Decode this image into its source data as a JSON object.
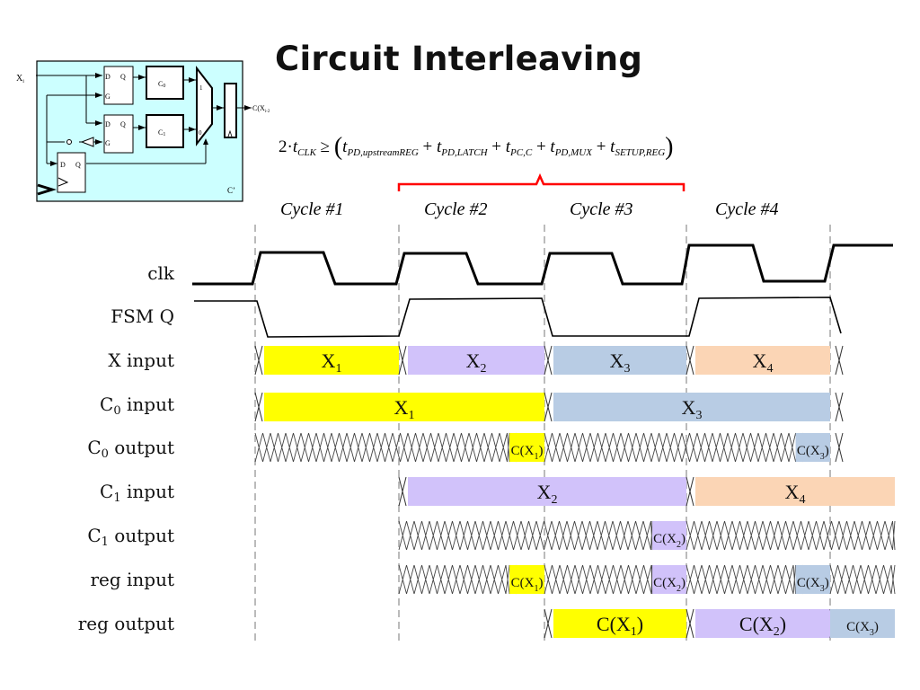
{
  "slide": {
    "title": "Circuit Interleaving"
  },
  "formula": {
    "lhs_coeff": "2",
    "lhs_dot": "·",
    "lhs_var": "t",
    "lhs_sub": "CLK",
    "relation": "≥",
    "terms": [
      {
        "var": "t",
        "sub": "PD,upstreamREG"
      },
      {
        "var": "t",
        "sub": "PD,LATCH"
      },
      {
        "var": "t",
        "sub": "PC,C"
      },
      {
        "var": "t",
        "sub": "PD,MUX"
      },
      {
        "var": "t",
        "sub": "SETUP,REG"
      }
    ],
    "brace_color": "#ff0000",
    "brace_spans_cycles": [
      "Cycle #2",
      "Cycle #3"
    ]
  },
  "circuit": {
    "background": "#ccffff",
    "input_label": "X",
    "input_sub": "i",
    "output_label": "C(X",
    "output_sub": "i-2",
    "output_close": ")",
    "latch_labels": {
      "d": "D",
      "q": "Q",
      "g": "G"
    },
    "block_c0": "C",
    "block_c0_sub": "0",
    "block_c1": "C",
    "block_c1_sub": "1",
    "mux_in1": "1",
    "mux_in0": "0",
    "ff_labels": {
      "d": "D",
      "q": "Q"
    },
    "module_name": "C’"
  },
  "cycles": [
    "Cycle #1",
    "Cycle #2",
    "Cycle #3",
    "Cycle #4"
  ],
  "signals": [
    {
      "id": "clk",
      "label": "clk",
      "sub": "",
      "suffix": ""
    },
    {
      "id": "fsmq",
      "label": "FSM Q",
      "sub": "",
      "suffix": ""
    },
    {
      "id": "xin",
      "label": "X input",
      "sub": "",
      "suffix": ""
    },
    {
      "id": "c0in",
      "label": "C",
      "sub": "0",
      "suffix": " input"
    },
    {
      "id": "c0out",
      "label": "C",
      "sub": "0",
      "suffix": " output"
    },
    {
      "id": "c1in",
      "label": "C",
      "sub": "1",
      "suffix": " input"
    },
    {
      "id": "c1out",
      "label": "C",
      "sub": "1",
      "suffix": " output"
    },
    {
      "id": "regin",
      "label": "reg input",
      "sub": "",
      "suffix": ""
    },
    {
      "id": "regout",
      "label": "reg output",
      "sub": "",
      "suffix": ""
    }
  ],
  "colors": {
    "x1": "#ffff00",
    "x2": "#d1c2fa",
    "x3": "#b8cce4",
    "x4": "#fbd5b5",
    "grid": "#bbbbbb",
    "wave": "#000000"
  },
  "waveforms": {
    "xin": [
      {
        "text": "X",
        "sub": "1",
        "color": "x1",
        "start": 0.0,
        "end": 1.0
      },
      {
        "text": "X",
        "sub": "2",
        "color": "x2",
        "start": 1.0,
        "end": 2.0
      },
      {
        "text": "X",
        "sub": "3",
        "color": "x3",
        "start": 2.0,
        "end": 3.0
      },
      {
        "text": "X",
        "sub": "4",
        "color": "x4",
        "start": 3.0,
        "end": 4.0
      }
    ],
    "c0in": [
      {
        "text": "X",
        "sub": "1",
        "color": "x1",
        "start": 0.0,
        "end": 2.0
      },
      {
        "text": "X",
        "sub": "3",
        "color": "x3",
        "start": 2.0,
        "end": 4.0
      }
    ],
    "c0out": [
      {
        "text": "",
        "sub": "",
        "color": "invalid",
        "start": 0.0,
        "end": 1.76
      },
      {
        "text": "C(X",
        "sub": "1",
        "suffix": ")",
        "color": "x1",
        "start": 1.76,
        "end": 2.0
      },
      {
        "text": "",
        "sub": "",
        "color": "invalid",
        "start": 2.0,
        "end": 3.76
      },
      {
        "text": "C(X",
        "sub": "3",
        "suffix": ")",
        "color": "x3",
        "start": 3.76,
        "end": 4.0
      }
    ],
    "c1in": [
      {
        "text": "X",
        "sub": "2",
        "color": "x2",
        "start": 1.0,
        "end": 3.0
      },
      {
        "text": "X",
        "sub": "4",
        "color": "x4",
        "start": 3.0,
        "end": 4.45
      }
    ],
    "c1out": [
      {
        "text": "",
        "sub": "",
        "color": "invalid",
        "start": 1.0,
        "end": 2.76
      },
      {
        "text": "C(X",
        "sub": "2",
        "suffix": ")",
        "color": "x2",
        "start": 2.76,
        "end": 3.0
      },
      {
        "text": "",
        "sub": "",
        "color": "invalid",
        "start": 3.0,
        "end": 4.45
      }
    ],
    "regin": [
      {
        "text": "",
        "sub": "",
        "color": "invalid",
        "start": 1.0,
        "end": 1.76
      },
      {
        "text": "C(X",
        "sub": "1",
        "suffix": ")",
        "color": "x1",
        "start": 1.76,
        "end": 2.0
      },
      {
        "text": "",
        "sub": "",
        "color": "invalid",
        "start": 2.0,
        "end": 2.76
      },
      {
        "text": "C(X",
        "sub": "2",
        "suffix": ")",
        "color": "x2",
        "start": 2.76,
        "end": 3.0
      },
      {
        "text": "",
        "sub": "",
        "color": "invalid",
        "start": 3.0,
        "end": 3.76
      },
      {
        "text": "C(X",
        "sub": "3",
        "suffix": ")",
        "color": "x3",
        "start": 3.76,
        "end": 4.0
      },
      {
        "text": "",
        "sub": "",
        "color": "invalid",
        "start": 4.0,
        "end": 4.45
      }
    ],
    "regout": [
      {
        "text": "C(X",
        "sub": "1",
        "suffix": ")",
        "color": "x1",
        "start": 2.0,
        "end": 3.0
      },
      {
        "text": "C(X",
        "sub": "2",
        "suffix": ")",
        "color": "x2",
        "start": 3.0,
        "end": 4.0
      },
      {
        "text": "C(X",
        "sub": "3",
        "suffix": ")",
        "color": "x3",
        "start": 4.0,
        "end": 4.45
      }
    ]
  }
}
